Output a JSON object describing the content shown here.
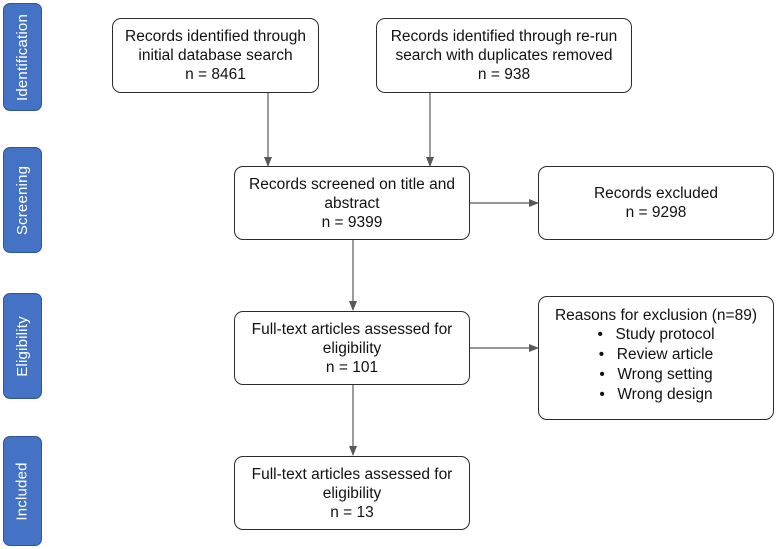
{
  "phases": {
    "identification": "Identification",
    "screening": "Screening",
    "eligibility": "Eligibility",
    "included": "Included"
  },
  "boxes": {
    "initial_search": {
      "line1": "Records identified through",
      "line2": "initial database search",
      "count": "n = 8461"
    },
    "rerun_search": {
      "line1": "Records identified through re-run",
      "line2": "search with duplicates removed",
      "count": "n = 938"
    },
    "screened": {
      "line1": "Records screened on title and",
      "line2": "abstract",
      "count": "n = 9399"
    },
    "excluded": {
      "line1": "Records excluded",
      "count": "n = 9298"
    },
    "fulltext_assessed": {
      "line1": "Full-text articles assessed for",
      "line2": "eligibility",
      "count": "n = 101"
    },
    "reasons": {
      "title": "Reasons for exclusion (n=89)",
      "items": [
        "Study protocol",
        "Review article",
        "Wrong setting",
        "Wrong design"
      ]
    },
    "included": {
      "line1": "Full-text articles assessed for",
      "line2": "eligibility",
      "count": "n = 13"
    }
  },
  "colors": {
    "phase_fill": "#4472c4",
    "phase_text": "#ffffff",
    "box_border": "#2b2b2b",
    "arrow": "#595959"
  }
}
